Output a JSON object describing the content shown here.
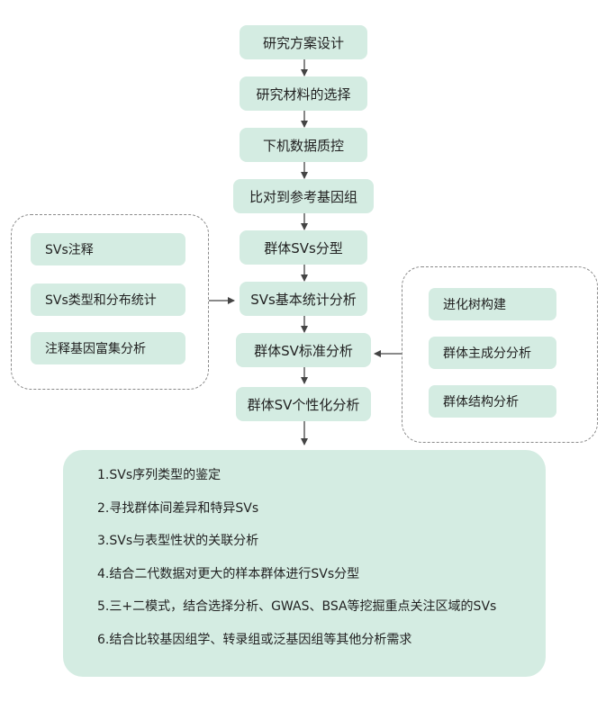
{
  "main_flow": [
    "研究方案设计",
    "研究材料的选择",
    "下机数据质控",
    "比对到参考基因组",
    "群体SVs分型",
    "SVs基本统计分析",
    "群体SV标准分析",
    "群体SV个性化分析"
  ],
  "left_group": [
    "SVs注释",
    "SVs类型和分布统计",
    "注释基因富集分析"
  ],
  "right_group": [
    "进化树构建",
    "群体主成分分析",
    "群体结构分析"
  ],
  "outcomes": [
    "1.SVs序列类型的鉴定",
    "2.寻找群体间差异和特异SVs",
    "3.SVs与表型性状的关联分析",
    "4.结合二代数据对更大的样本群体进行SVs分型",
    "5.三+二模式，结合选择分析、GWAS、BSA等挖掘重点关注区域的SVs",
    "6.结合比较基因组学、转录组或泛基因组等其他分析需求"
  ],
  "colors": {
    "box_fill": "#d4ece2",
    "arrow": "#444444",
    "dashed_border": "#8a8a8a"
  }
}
